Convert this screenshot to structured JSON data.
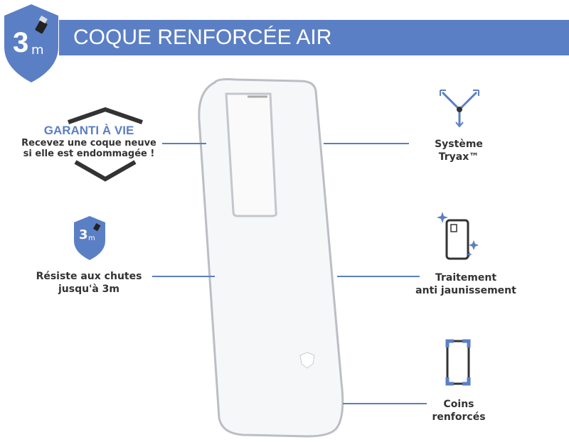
{
  "header": {
    "title": "COQUE RENFORCÉE AIR",
    "badge_number": "3",
    "badge_unit": "m"
  },
  "features": {
    "guarantee": {
      "title": "GARANTI À VIE",
      "line1": "Recevez une coque neuve",
      "line2": "si elle est endommagée !"
    },
    "drop": {
      "badge_number": "3",
      "badge_unit": "m",
      "line1": "Résiste aux chutes",
      "line2": "jusqu'à 3m"
    },
    "tryax": {
      "line1": "Système",
      "line2": "Tryax™"
    },
    "yellowing": {
      "line1": "Traitement",
      "line2": "anti jaunissement"
    },
    "corners": {
      "line1": "Coins",
      "line2": "renforcés"
    }
  },
  "colors": {
    "accent": "#5b7fc4",
    "text": "#333333"
  }
}
